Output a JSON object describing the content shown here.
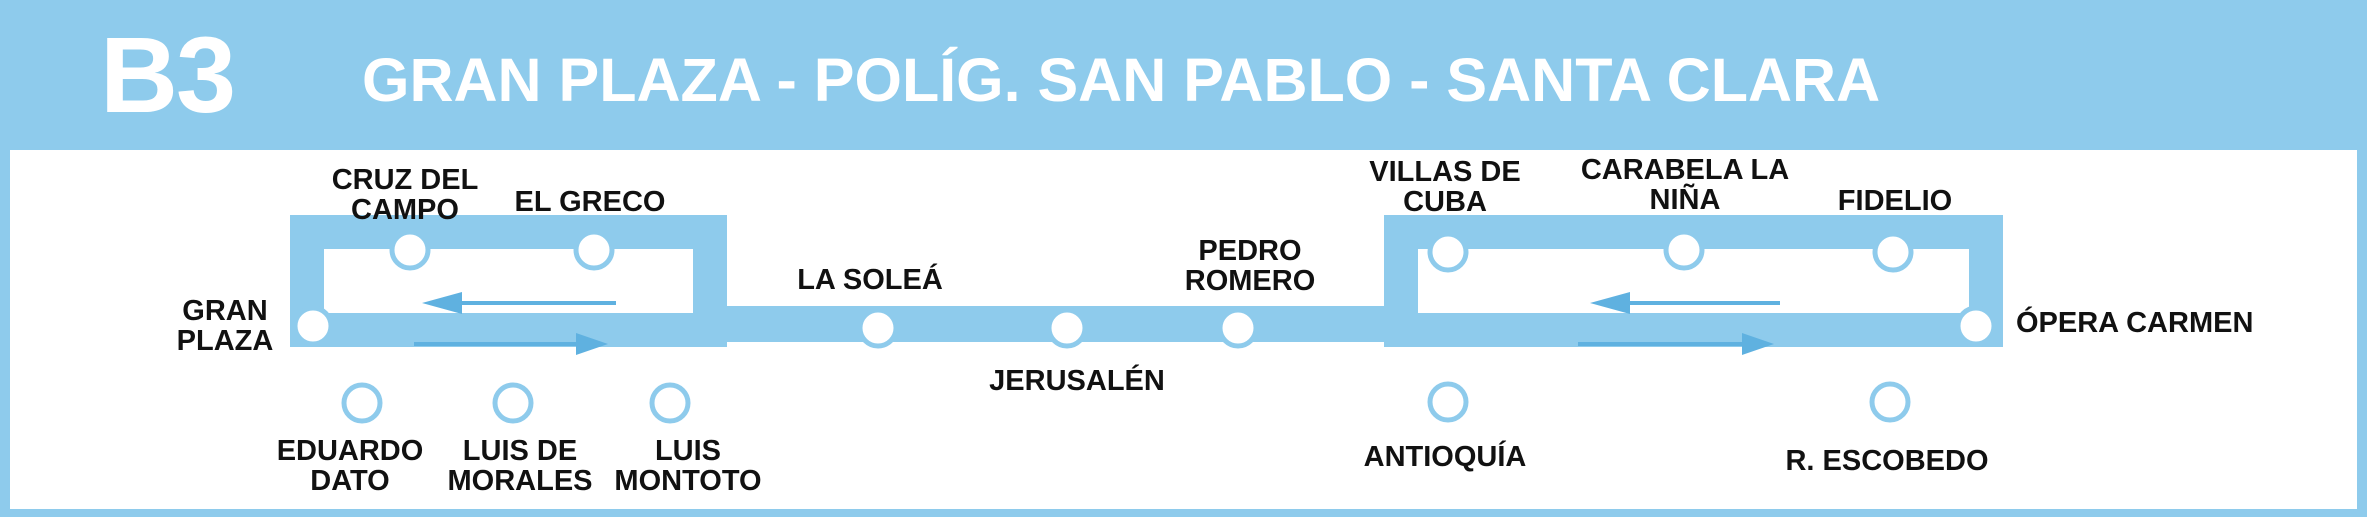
{
  "route": {
    "code": "B3",
    "name": "GRAN PLAZA - POLÍG. SAN PABLO - SANTA CLARA"
  },
  "colors": {
    "header": "#8ecbec",
    "line": "#8ecbec",
    "stop_fill": "#ffffff",
    "text": "#111111",
    "arrow": "#5fb1e0"
  },
  "stops": [
    {
      "id": "gran-plaza",
      "label": "GRAN\nPLAZA"
    },
    {
      "id": "cruz-del-campo",
      "label": "CRUZ DEL\nCAMPO"
    },
    {
      "id": "el-greco",
      "label": "EL GRECO"
    },
    {
      "id": "eduardo-dato",
      "label": "EDUARDO\nDATO"
    },
    {
      "id": "luis-de-morales",
      "label": "LUIS DE\nMORALES"
    },
    {
      "id": "luis-montoto",
      "label": "LUIS\nMONTOTO"
    },
    {
      "id": "la-solea",
      "label": "LA SOLEÁ"
    },
    {
      "id": "jerusalen",
      "label": "JERUSALÉN"
    },
    {
      "id": "pedro-romero",
      "label": "PEDRO\nROMERO"
    },
    {
      "id": "villas-de-cuba",
      "label": "VILLAS DE\nCUBA"
    },
    {
      "id": "carabela-la-nina",
      "label": "CARABELA LA\nNIÑA"
    },
    {
      "id": "fidelio",
      "label": "FIDELIO"
    },
    {
      "id": "opera-carmen",
      "label": "ÓPERA CARMEN"
    },
    {
      "id": "antioquia",
      "label": "ANTIOQUÍA"
    },
    {
      "id": "r-escobedo",
      "label": "R. ESCOBEDO"
    }
  ]
}
